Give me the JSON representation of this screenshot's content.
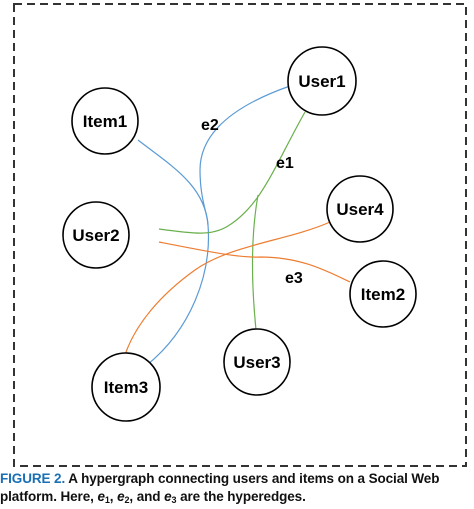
{
  "diagram": {
    "nodes": [
      {
        "id": "user1",
        "label": "User1"
      },
      {
        "id": "item1",
        "label": "Item1"
      },
      {
        "id": "user2",
        "label": "User2"
      },
      {
        "id": "user4",
        "label": "User4"
      },
      {
        "id": "item2",
        "label": "Item2"
      },
      {
        "id": "user3",
        "label": "User3"
      },
      {
        "id": "item3",
        "label": "Item3"
      }
    ],
    "hyperedges": [
      {
        "id": "e1",
        "label": "e1",
        "color": "#6ab04c",
        "members": [
          "user1",
          "user2",
          "user3"
        ]
      },
      {
        "id": "e2",
        "label": "e2",
        "color": "#5b9bd5",
        "members": [
          "item1",
          "user1",
          "item3"
        ]
      },
      {
        "id": "e3",
        "label": "e3",
        "color": "#ed7d31",
        "members": [
          "user2",
          "item2",
          "user4",
          "item3"
        ]
      }
    ]
  },
  "caption": {
    "figure_label": "FIGURE 2.",
    "line1": "A hypergraph connecting users and items on a Social Web",
    "line2_start": "platform. Here,",
    "e1_base": "e",
    "e1_sub": "1",
    "sep1": ",",
    "e2_base": "e",
    "e2_sub": "2",
    "sep2": ", and",
    "e3_base": "e",
    "e3_sub": "3",
    "line2_end": "are the hyperedges."
  }
}
